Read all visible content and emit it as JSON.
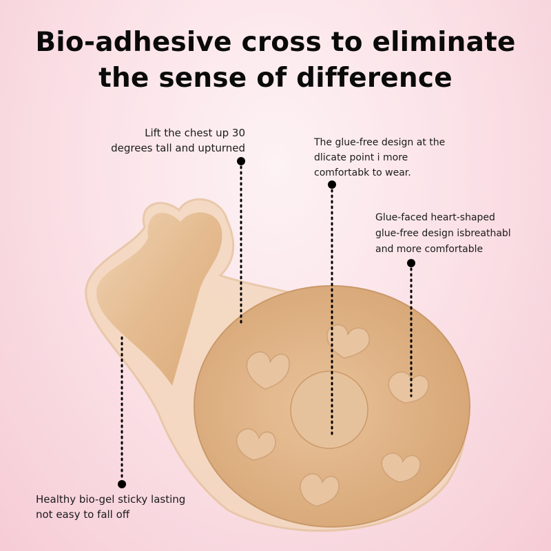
{
  "title": {
    "line1": "Bio-adhesive cross to eliminate",
    "line2": "the sense of difference"
  },
  "callouts": {
    "lift": {
      "line1": "Lift the chest up 30",
      "line2": "degrees tall and upturned"
    },
    "glue_free": {
      "line1": "The glue-free design at the",
      "line2": "dlicate point i more",
      "line3": "comfortabk to wear."
    },
    "heart": {
      "line1": "Glue-faced heart-shaped",
      "line2": "glue-free design isbreathabl",
      "line3": "and more comfortable"
    },
    "gel": {
      "line1": "Healthy bio-gel sticky lasting",
      "line2": "not easy to fall off"
    }
  },
  "colors": {
    "background": "#fbe3e8",
    "product": "#e2b98e",
    "text": "#111111"
  }
}
